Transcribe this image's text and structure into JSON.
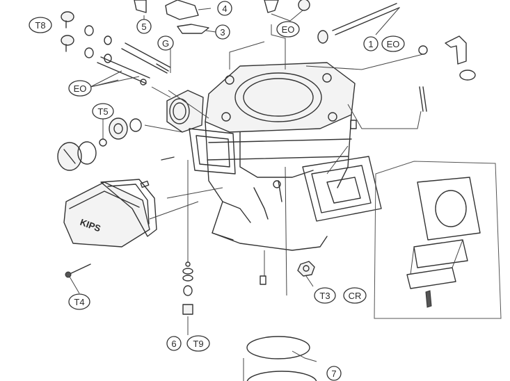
{
  "callouts": {
    "ref_5": "5",
    "ref_4": "4",
    "ref_3": "3",
    "ref_1": "1",
    "ref_6": "6",
    "ref_7": "7",
    "t8": "T8",
    "t5": "T5",
    "t4": "T4",
    "t3": "T3",
    "t9": "T9",
    "g": "G",
    "eo_top": "EO",
    "eo_left": "EO",
    "eo_right": "EO",
    "cr": "CR"
  },
  "cover_text": "KIPS"
}
